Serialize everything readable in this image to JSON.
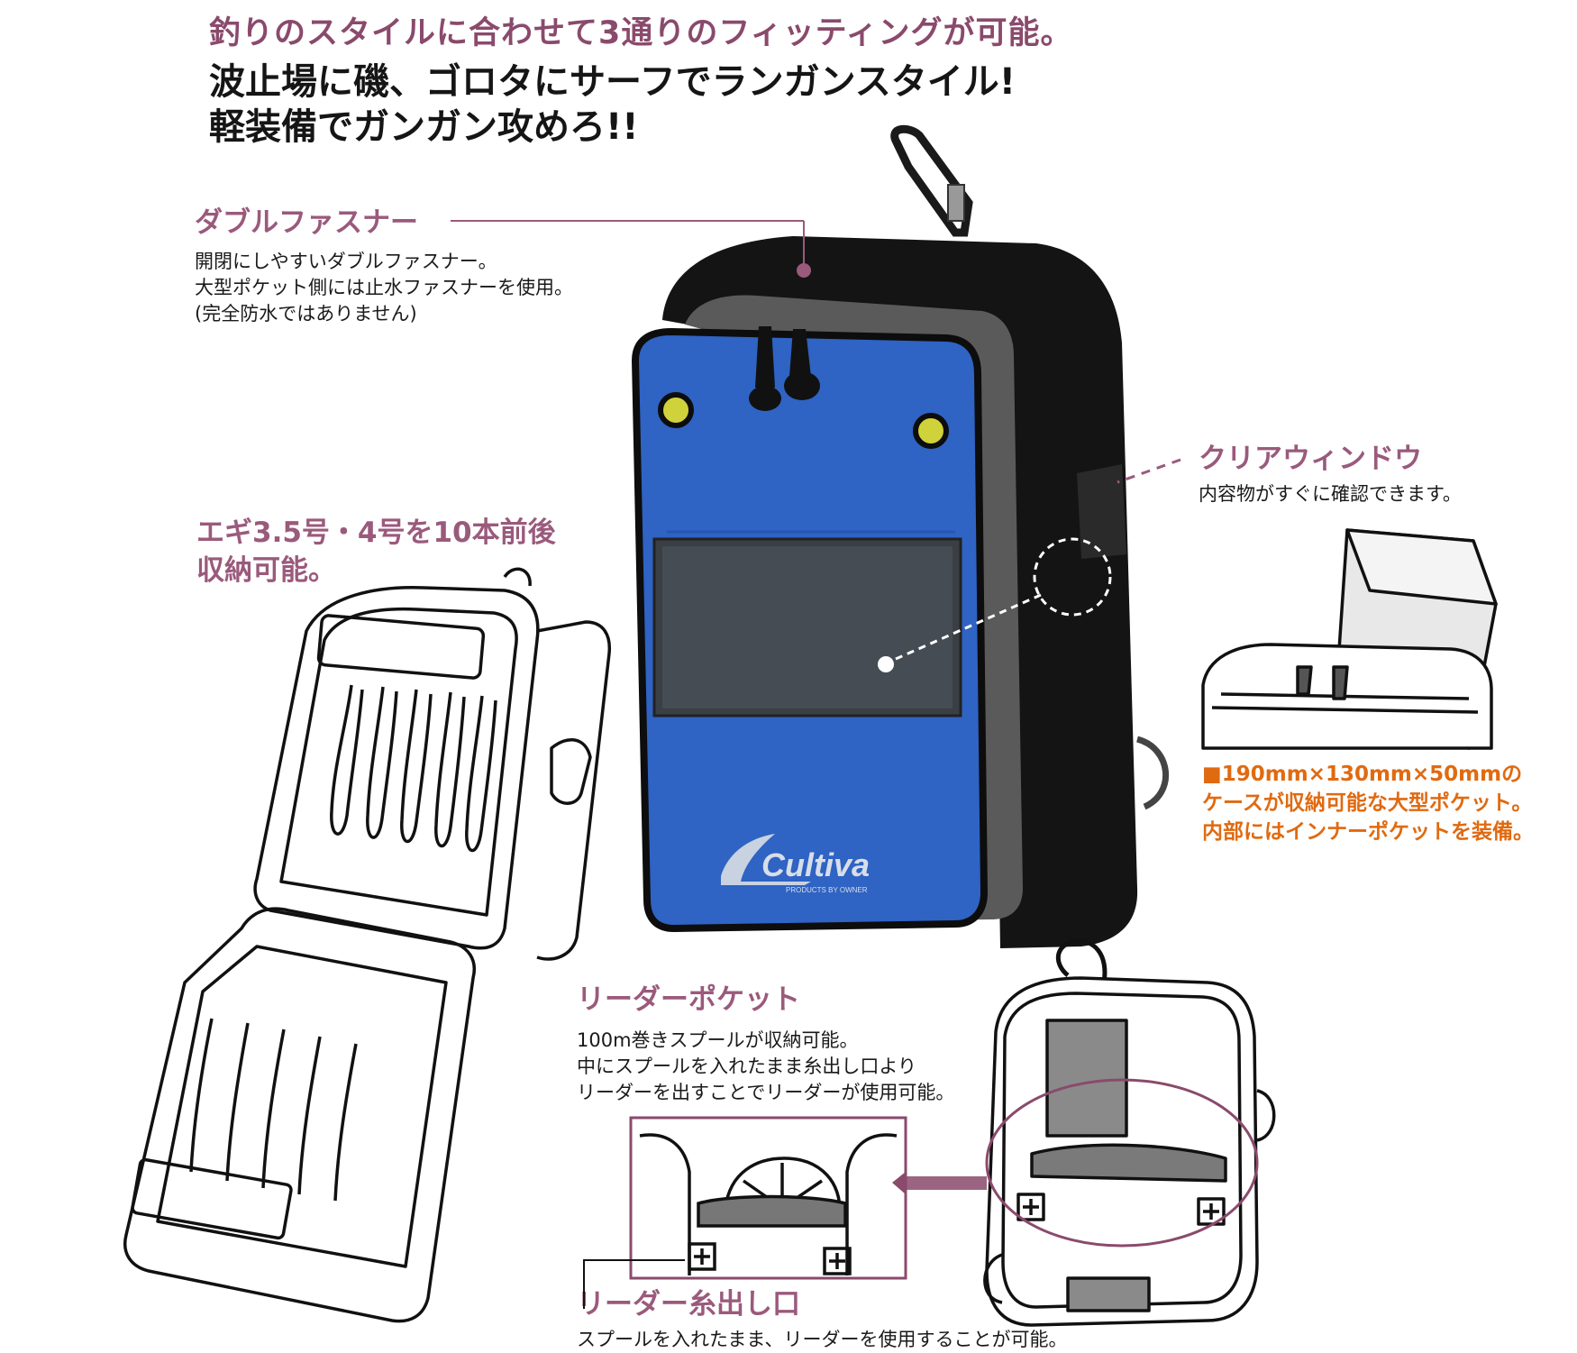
{
  "headline": "釣りのスタイルに合わせて3通りのフィッティングが可能。",
  "tagline": [
    "波止場に磯、ゴロタにサーフでランガンスタイル!",
    "軽装備でガンガン攻めろ!!"
  ],
  "features": {
    "double_zipper": {
      "title": "ダブルファスナー",
      "lines": [
        "開閉にしやすいダブルファスナー。",
        "大型ポケット側には止水ファスナーを使用。",
        "(完全防水ではありません)"
      ]
    },
    "clear_window": {
      "title": "クリアウィンドウ",
      "lines": [
        "内容物がすぐに確認できます。"
      ]
    },
    "egi_storage": {
      "title_lines": [
        "エギ3.5号・4号を10本前後",
        "収納可能。"
      ]
    },
    "large_pocket": {
      "lines": [
        "■190mm×130mm×50mmの",
        "ケースが収納可能な大型ポケット。",
        "内部にはインナーポケットを装備。"
      ]
    },
    "leader_pocket": {
      "title": "リーダーポケット",
      "lines": [
        "100m巻きスプールが収納可能。",
        "中にスプールを入れたまま糸出し口より",
        "リーダーを出すことでリーダーが使用可能。"
      ]
    },
    "leader_outlet": {
      "title": "リーダー糸出し口",
      "lines": [
        "スプールを入れたまま、リーダーを使用することが可能。"
      ]
    }
  },
  "brand": {
    "logo_text": "Cultiva",
    "sub_text": "PRODUCTS BY OWNER"
  },
  "colors": {
    "accent": "#9a5a7c",
    "orange": "#e06a10",
    "bag_blue": "#2f63c4",
    "bag_black": "#141414"
  }
}
